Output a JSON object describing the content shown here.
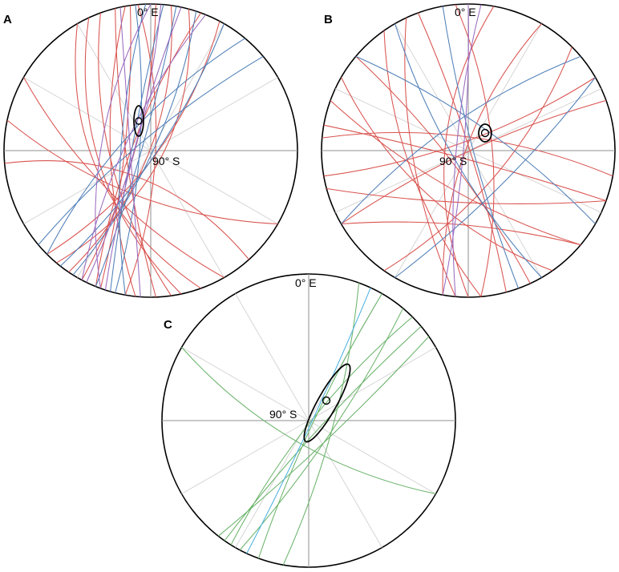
{
  "colors": {
    "red": "#d9534f",
    "blue": "#4f7fb8",
    "purple": "#9a6bbf",
    "green": "#6bb36b",
    "cyan": "#4fb3e0",
    "grid": "#d2d2d2",
    "axis": "#8f8f8f"
  },
  "panels": [
    {
      "letter": "A",
      "north_label": "0° E",
      "center_label": "90° S"
    },
    {
      "letter": "B",
      "north_label": "0° E",
      "center_label": "90° S"
    },
    {
      "letter": "C",
      "north_label": "0° E",
      "center_label": "90° S"
    }
  ]
}
